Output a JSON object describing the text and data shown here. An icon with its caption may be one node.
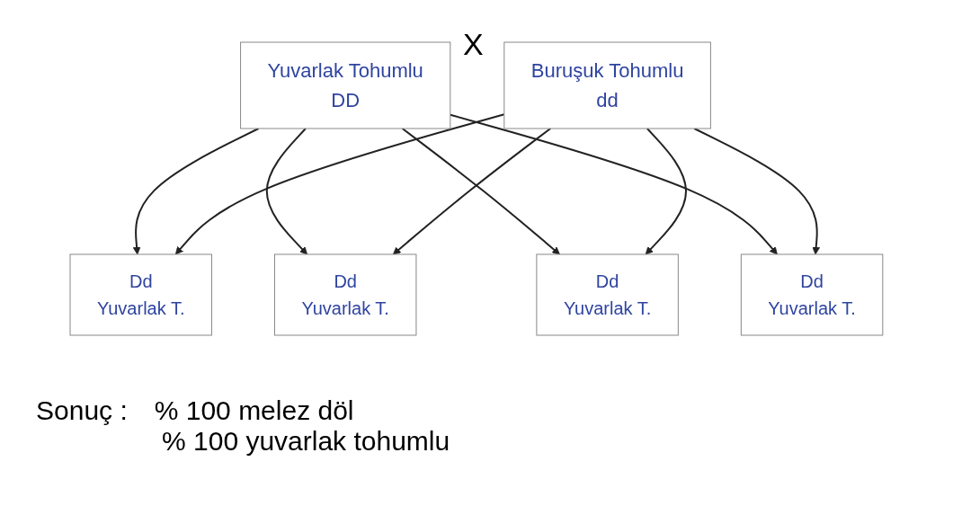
{
  "diagram": {
    "nodes": [
      {
        "text": [
          "Yuvarlak Tohumlu",
          "DD"
        ]
      },
      {
        "text": [
          "Buruşuk Tohumlu",
          "dd"
        ]
      },
      {
        "text": [
          "Dd",
          "Yuvarlak T."
        ]
      },
      {
        "text": [
          "Dd",
          "Yuvarlak T."
        ]
      },
      {
        "text": [
          "Dd",
          "Yuvarlak T."
        ]
      },
      {
        "text": [
          "Dd",
          "Yuvarlak T."
        ]
      }
    ],
    "edges": [
      {
        "from": 0,
        "to": 2,
        "arrow": "to"
      },
      {
        "from": 0,
        "to": 3,
        "arrow": "to"
      },
      {
        "from": 0,
        "to": 4,
        "arrow": "to"
      },
      {
        "from": 0,
        "to": 5,
        "arrow": "to"
      },
      {
        "from": 1,
        "to": 2,
        "arrow": "to"
      },
      {
        "from": 1,
        "to": 3,
        "arrow": "to"
      },
      {
        "from": 1,
        "to": 4,
        "arrow": "to"
      },
      {
        "from": 1,
        "to": 5,
        "arrow": "to"
      }
    ],
    "labels": [
      "X",
      "Sonuç :",
      "% 100 melez döl",
      "% 100 yuvarlak tohumlu"
    ]
  }
}
